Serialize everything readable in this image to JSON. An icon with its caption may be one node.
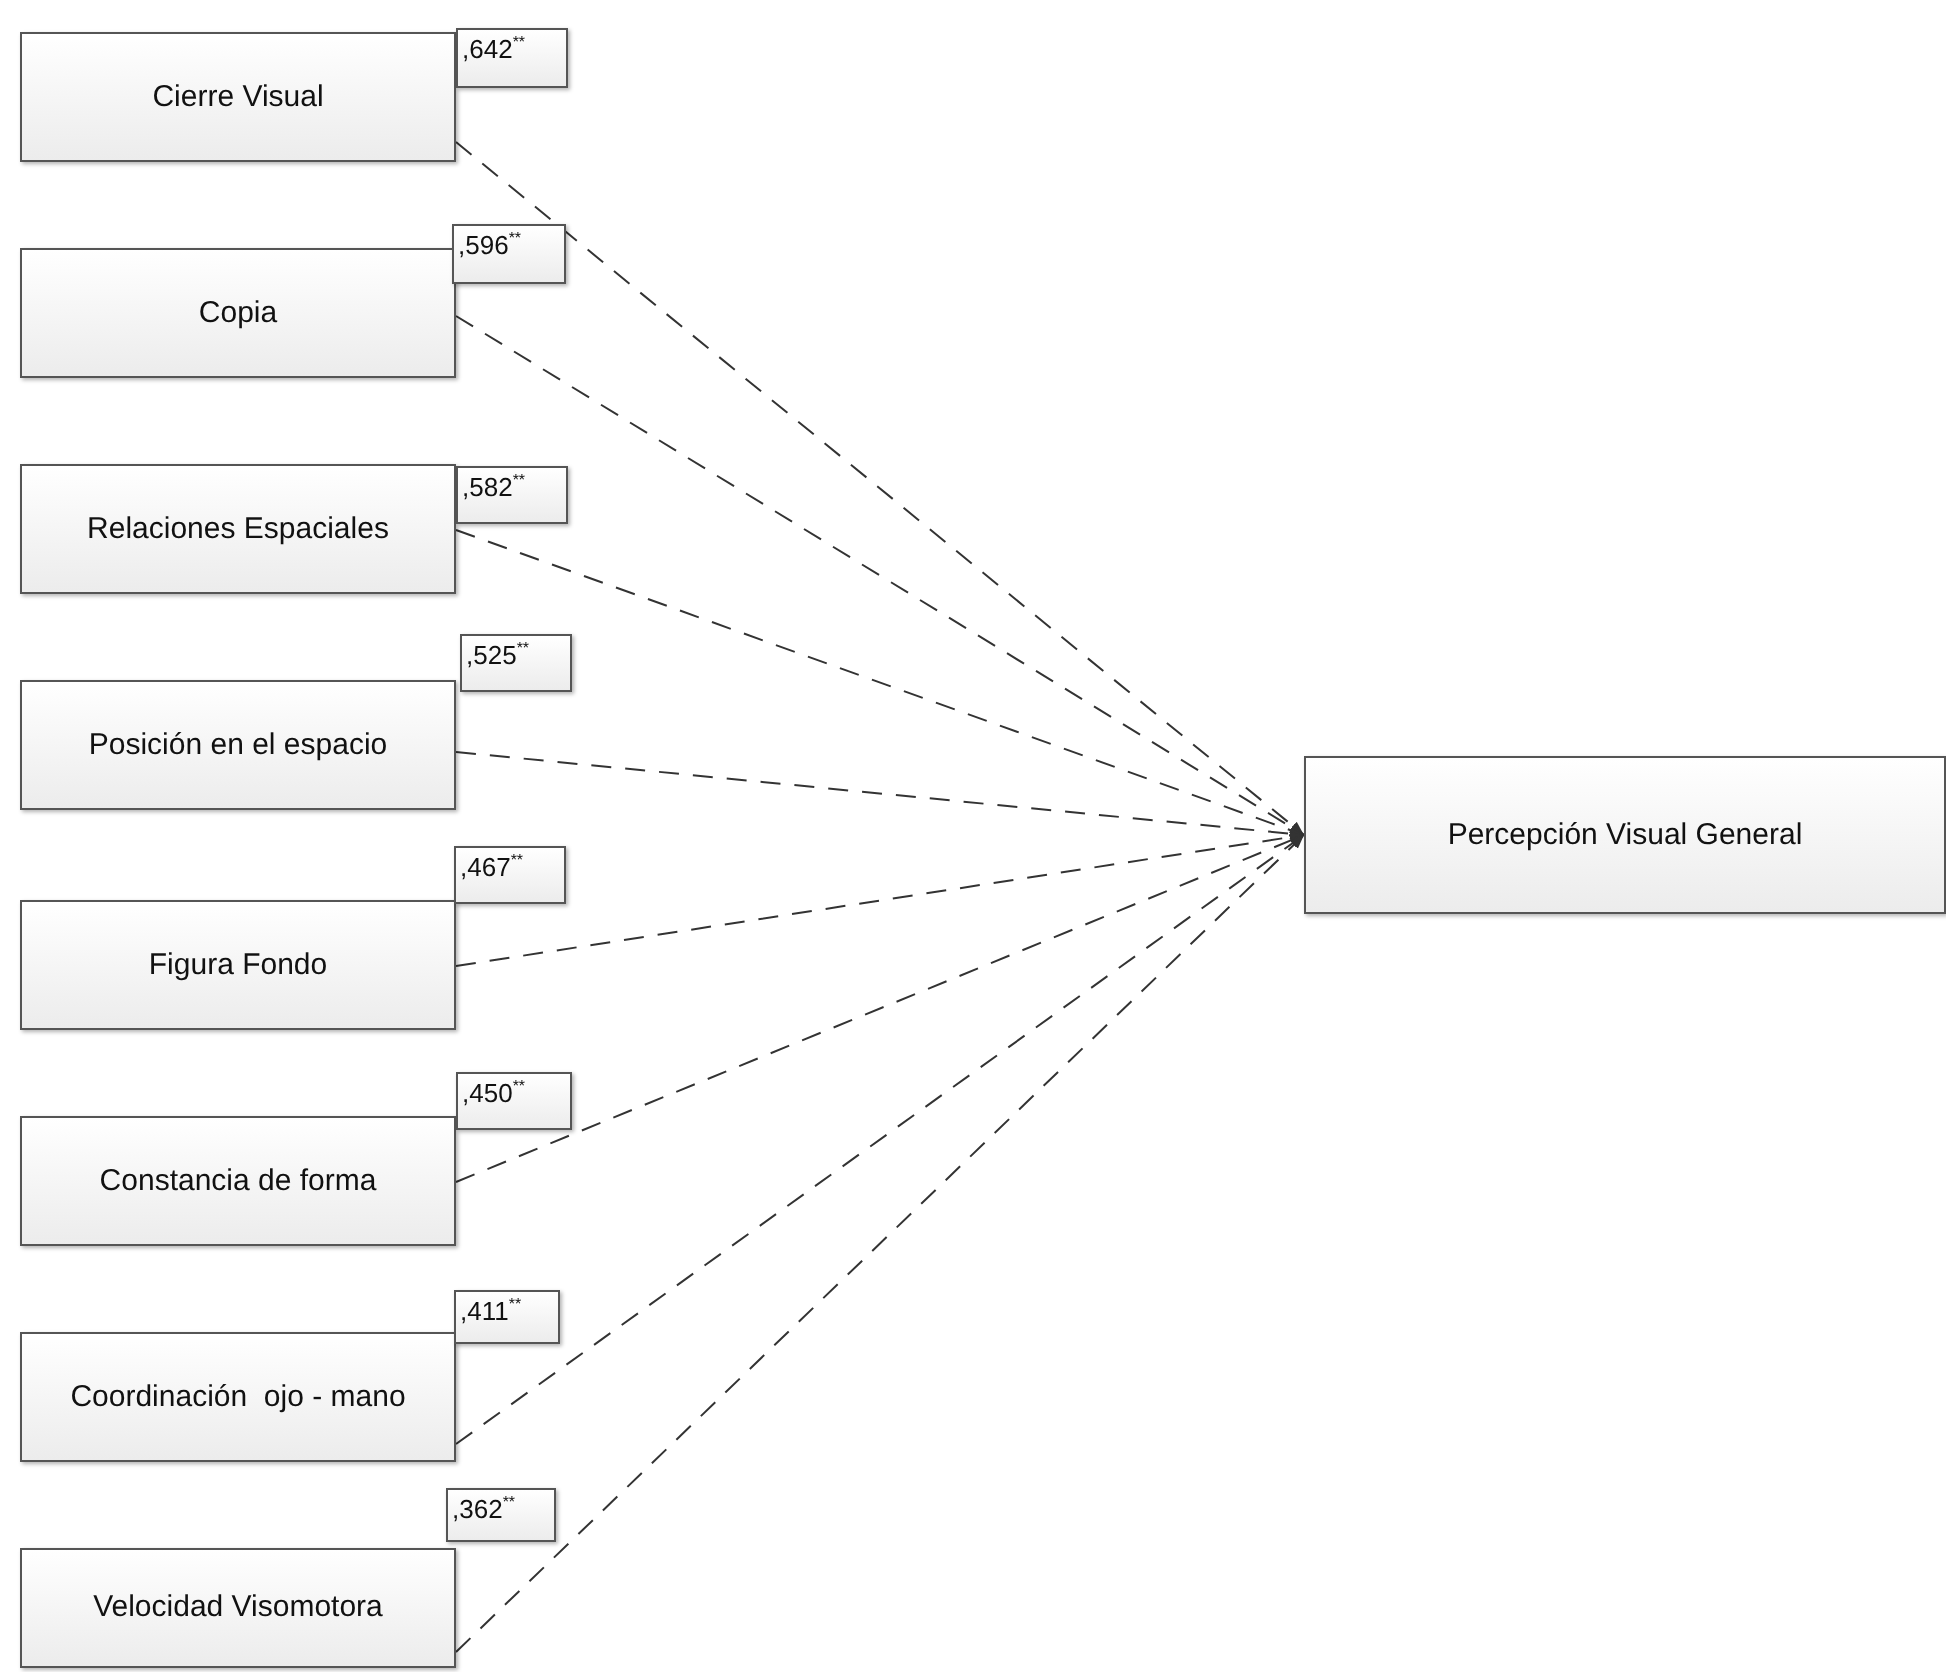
{
  "diagram": {
    "nodes": [
      {
        "text": [
          "Cierre Visual"
        ]
      },
      {
        "text": [
          ",642$^{**}$"
        ]
      },
      {
        "text": [
          "Copia"
        ]
      },
      {
        "text": [
          ",596$^{**}$"
        ]
      },
      {
        "text": [
          "Relaciones Espaciales"
        ]
      },
      {
        "text": [
          ",582$^{**}$"
        ]
      },
      {
        "text": [
          "Posición en el espacio"
        ]
      },
      {
        "text": [
          ",525$^{**}$"
        ]
      },
      {
        "text": [
          "Figura Fondo"
        ]
      },
      {
        "text": [
          ",467$^{**}$"
        ]
      },
      {
        "text": [
          "Constancia de forma"
        ]
      },
      {
        "text": [
          ",450$^{**}$"
        ]
      },
      {
        "text": [
          "Coordinación  ojo - mano"
        ]
      },
      {
        "text": [
          ",411$^{**}$"
        ]
      },
      {
        "text": [
          "Velocidad Visomotora"
        ]
      },
      {
        "text": [
          ",362$^{**}$"
        ]
      },
      {
        "text": [
          "Percepción Visual General"
        ]
      }
    ],
    "edges": [
      {
        "from": 0,
        "to": 16,
        "arrow": "to",
        "style": "dashed"
      },
      {
        "from": 2,
        "to": 16,
        "arrow": "to",
        "style": "dashed"
      },
      {
        "from": 4,
        "to": 16,
        "arrow": "to",
        "style": "dashed"
      },
      {
        "from": 6,
        "to": 16,
        "arrow": "to",
        "style": "dashed"
      },
      {
        "from": 8,
        "to": 16,
        "arrow": "to",
        "style": "dashed"
      },
      {
        "from": 10,
        "to": 16,
        "arrow": "to",
        "style": "dashed"
      },
      {
        "from": 12,
        "to": 16,
        "arrow": "to",
        "style": "dashed"
      },
      {
        "from": 14,
        "to": 16,
        "arrow": "to",
        "style": "dashed"
      }
    ]
  }
}
